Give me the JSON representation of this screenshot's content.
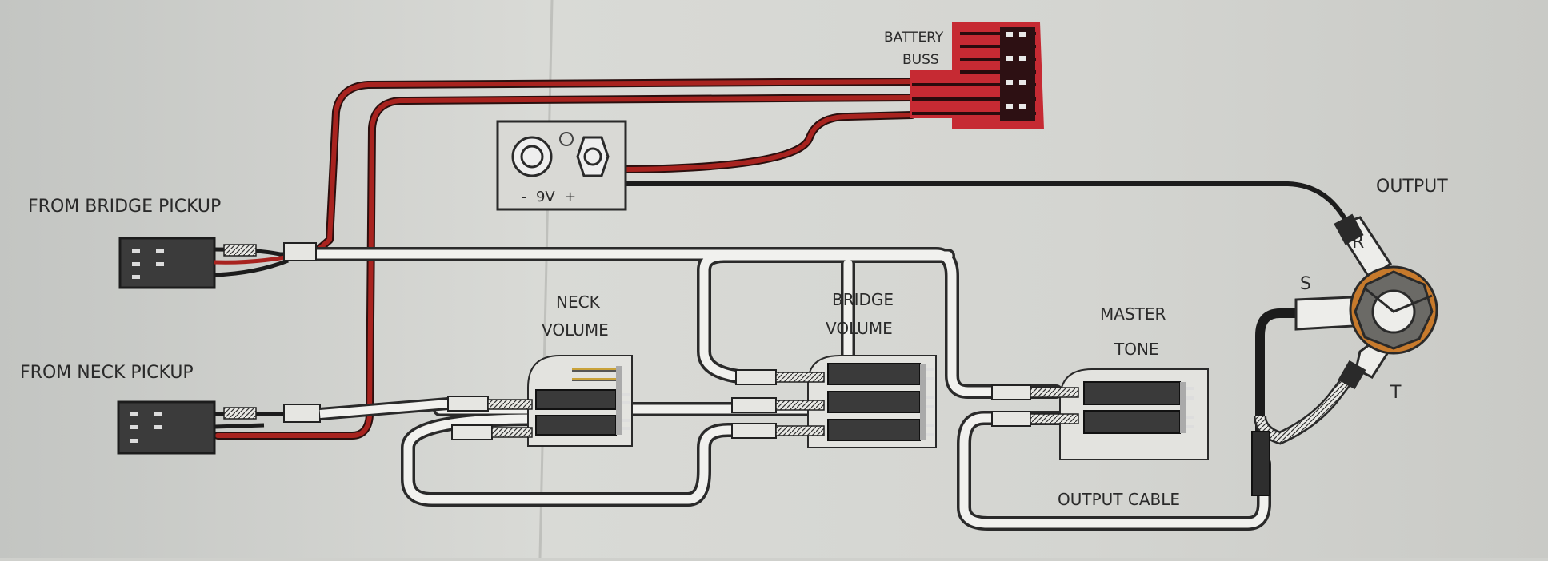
{
  "labels": {
    "battery_buss": [
      "BATTERY",
      "BUSS"
    ],
    "battery_polarity": "-  9V  +",
    "output": "OUTPUT",
    "jack_r": "R",
    "jack_s": "S",
    "jack_t": "T",
    "bridge_pickup": "FROM BRIDGE PICKUP",
    "neck_pickup": "FROM NECK PICKUP",
    "neck_volume": [
      "NECK",
      "VOLUME"
    ],
    "bridge_volume": [
      "BRIDGE",
      "VOLUME"
    ],
    "master_tone": [
      "MASTER",
      "TONE"
    ],
    "output_cable": "OUTPUT CABLE"
  },
  "colors": {
    "red_wire": "#a8231f",
    "black_wire": "#1c1c1c",
    "battery_buss": "#c62a33",
    "paper": "#d3d4d0",
    "ink": "#2a2a2a",
    "jack_ring": "#c77a2c"
  }
}
